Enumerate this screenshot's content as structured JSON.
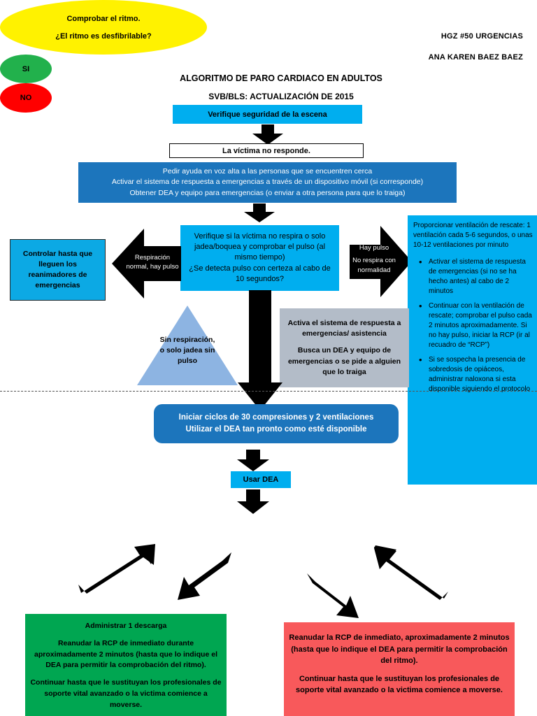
{
  "header": {
    "org": "HGZ #50 URGENCIAS",
    "author": "ANA KAREN BAEZ BAEZ"
  },
  "titles": {
    "main": "ALGORITMO DE PARO CARDIACO EN ADULTOS",
    "sub": "SVB/BLS: ACTUALIZACIÓN DE 2015"
  },
  "nodes": {
    "scene_safety": "Verifique seguridad de la escena",
    "victim_unresponsive": "La víctima no responde.",
    "call_help": {
      "line1": "Pedir ayuda en voz alta a las personas que se encuentren cerca",
      "line2": "Activar el sistema de respuesta a emergencias a través de un dispositivo móvil (si corresponde)",
      "line3": "Obtener DEA y equipo para emergencias (o enviar a otra persona para que lo traiga)"
    },
    "check_breathing": {
      "line1": "Verifique  si la víctima no respira o solo",
      "line2": "jadea/boquea y comprobar el pulso (al",
      "line3": "mismo tiempo)",
      "line4": "¿Se detecta pulso con certeza al cabo de",
      "line5": "10 segundos?"
    },
    "monitor_box": "Controlar hasta que lleguen los reanimadores de emergencias",
    "triangle": {
      "line1": "Sin respiración,",
      "line2": "o solo jadea sin",
      "line3": "pulso"
    },
    "activate_gray": {
      "p1": "Activa el sistema de respuesta a emergencias/ asistencia",
      "p2": "Busca un DEA y equipo de emergencias o se pide a alguien que lo traiga"
    },
    "cpr_cycles": {
      "line1": "Iniciar ciclos de 30 compresiones y 2 ventilaciones",
      "line2": "Utilizar el DEA tan pronto como esté disponible"
    },
    "use_aed": "Usar DEA",
    "check_rhythm": {
      "p1": "Comprobar el ritmo.",
      "p2": "¿El ritmo es desfibrilable?"
    },
    "yes_label": "SI",
    "no_label": "NO",
    "shock_box": {
      "p1": "Administrar 1 descarga",
      "p2": "Reanudar la RCP de inmediato durante aproximadamente 2 minutos (hasta que lo indique el DEA para permitir la comprobación del ritmo).",
      "p3": "Continuar hasta que le sustituyan los profesionales de soporte vital avanzado o la victima comience a moverse."
    },
    "noshock_box": {
      "p1": "Reanudar la RCP de inmediato, aproximadamente 2 minutos (hasta que lo indique el DEA para permitir la comprobación del ritmo).",
      "p2": "Continuar hasta que le sustituyan los profesionales de soporte vital avanzado o la victima comience a moverse."
    },
    "rescue_panel": {
      "lead": "Proporcionar ventilación de rescate: 1 ventilación cada 5-6 segundos, o unas 10-12 ventilaciones por minuto",
      "bullets": [
        "Activar el sistema de respuesta de emergencias (si no se ha hecho antes) al cabo de 2 minutos",
        "Continuar con la ventilación de rescate; comprobar el pulso cada 2 minutos aproximadamente. Si no hay pulso, iniciar la RCP (ir al recuadro de “RCP”)",
        "Si se sospecha la presencia de sobredosis de opiáceos, administrar naloxona si esta disponible siguiendo el protocolo"
      ]
    }
  },
  "arrow_labels": {
    "left_arrow": {
      "line1": "Respiración",
      "line2": "normal, hay pulso"
    },
    "right_arrow": {
      "line1": "Hay pulso",
      "line2": "No respira con",
      "line3": "normalidad"
    }
  },
  "colors": {
    "cyan": "#00AEEF",
    "blue": "#1C75BC",
    "gray": "#B3BCC8",
    "yellow": "#FFF200",
    "green": "#00A651",
    "green_circle": "#22B14C",
    "red_circle": "#FF0000",
    "red_box": "#F8595B",
    "triangle_blue": "#8DB4E2",
    "arrow_black": "#000000"
  }
}
